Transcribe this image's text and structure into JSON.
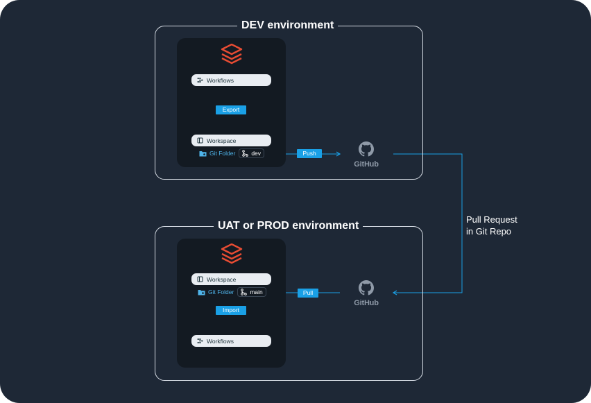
{
  "colors": {
    "background": "#1e2836",
    "panel": "#131a22",
    "accent": "#1aa0e6",
    "databricks": "#e84c33",
    "github": "#8f9aa8"
  },
  "dev": {
    "title": "DEV environment",
    "workflows_label": "Workflows",
    "export_label": "Export",
    "workspace_label": "Workspace",
    "git_folder_label": "Git Folder",
    "branch": "dev",
    "push_label": "Push",
    "github_label": "GitHub"
  },
  "prod": {
    "title": "UAT or PROD environment",
    "workspace_label": "Workspace",
    "git_folder_label": "Git Folder",
    "branch": "main",
    "import_label": "Import",
    "workflows_label": "Workflows",
    "pull_label": "Pull",
    "github_label": "GitHub"
  },
  "pull_request_label": "Pull Request\nin Git Repo",
  "icons": [
    "databricks-logo-icon",
    "workflows-icon",
    "workspace-icon",
    "git-folder-icon",
    "branch-icon",
    "github-icon"
  ]
}
